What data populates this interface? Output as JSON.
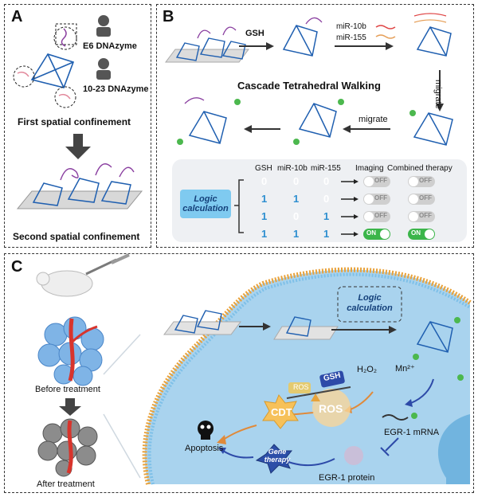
{
  "panel_a": {
    "label": "A",
    "e6_label": "E6 DNAzyme",
    "dz1023_label": "10-23 DNAzyme",
    "first_confinement": "First spatial confinement",
    "second_confinement": "Second spatial confinement"
  },
  "panel_b": {
    "label": "B",
    "gsh": "GSH",
    "mir10b": "miR-10b",
    "mir155": "miR-155",
    "title": "Cascade Tetrahedral Walking",
    "migrate_right": "migrate",
    "migrate_bottom": "migrate",
    "logic_box": "Logic calculation",
    "table": {
      "headers": [
        "GSH",
        "miR-10b",
        "miR-155",
        "Imaging",
        "Combined therapy"
      ],
      "rows": [
        {
          "gsh": "0",
          "mir10b": "0",
          "mir155": "0",
          "imaging": "OFF",
          "therapy": "OFF"
        },
        {
          "gsh": "1",
          "mir10b": "1",
          "mir155": "0",
          "imaging": "OFF",
          "therapy": "OFF"
        },
        {
          "gsh": "1",
          "mir10b": "0",
          "mir155": "1",
          "imaging": "OFF",
          "therapy": "OFF"
        },
        {
          "gsh": "1",
          "mir10b": "1",
          "mir155": "1",
          "imaging": "ON",
          "therapy": "ON"
        }
      ]
    }
  },
  "panel_c": {
    "label": "C",
    "before": "Before treatment",
    "after": "After treatment",
    "logic": "Logic calculation",
    "h2o2": "H₂O₂",
    "mn": "Mn²⁺",
    "gsh": "GSH",
    "ros_small": "ROS",
    "ros": "ROS",
    "cdt": "CDT",
    "gene_therapy": "Gene therapy",
    "apoptosis": "Apoptosis",
    "egr_mrna": "EGR-1 mRNA",
    "egr_protein": "EGR-1 protein"
  },
  "colors": {
    "one_value": "#2e8fd0",
    "zero_value": "#ffffff",
    "on_switch": "#3bb54a",
    "off_switch": "#cfcfcf",
    "cell_blue": "#a9d3ee",
    "membrane_orange": "#e9a23b"
  }
}
